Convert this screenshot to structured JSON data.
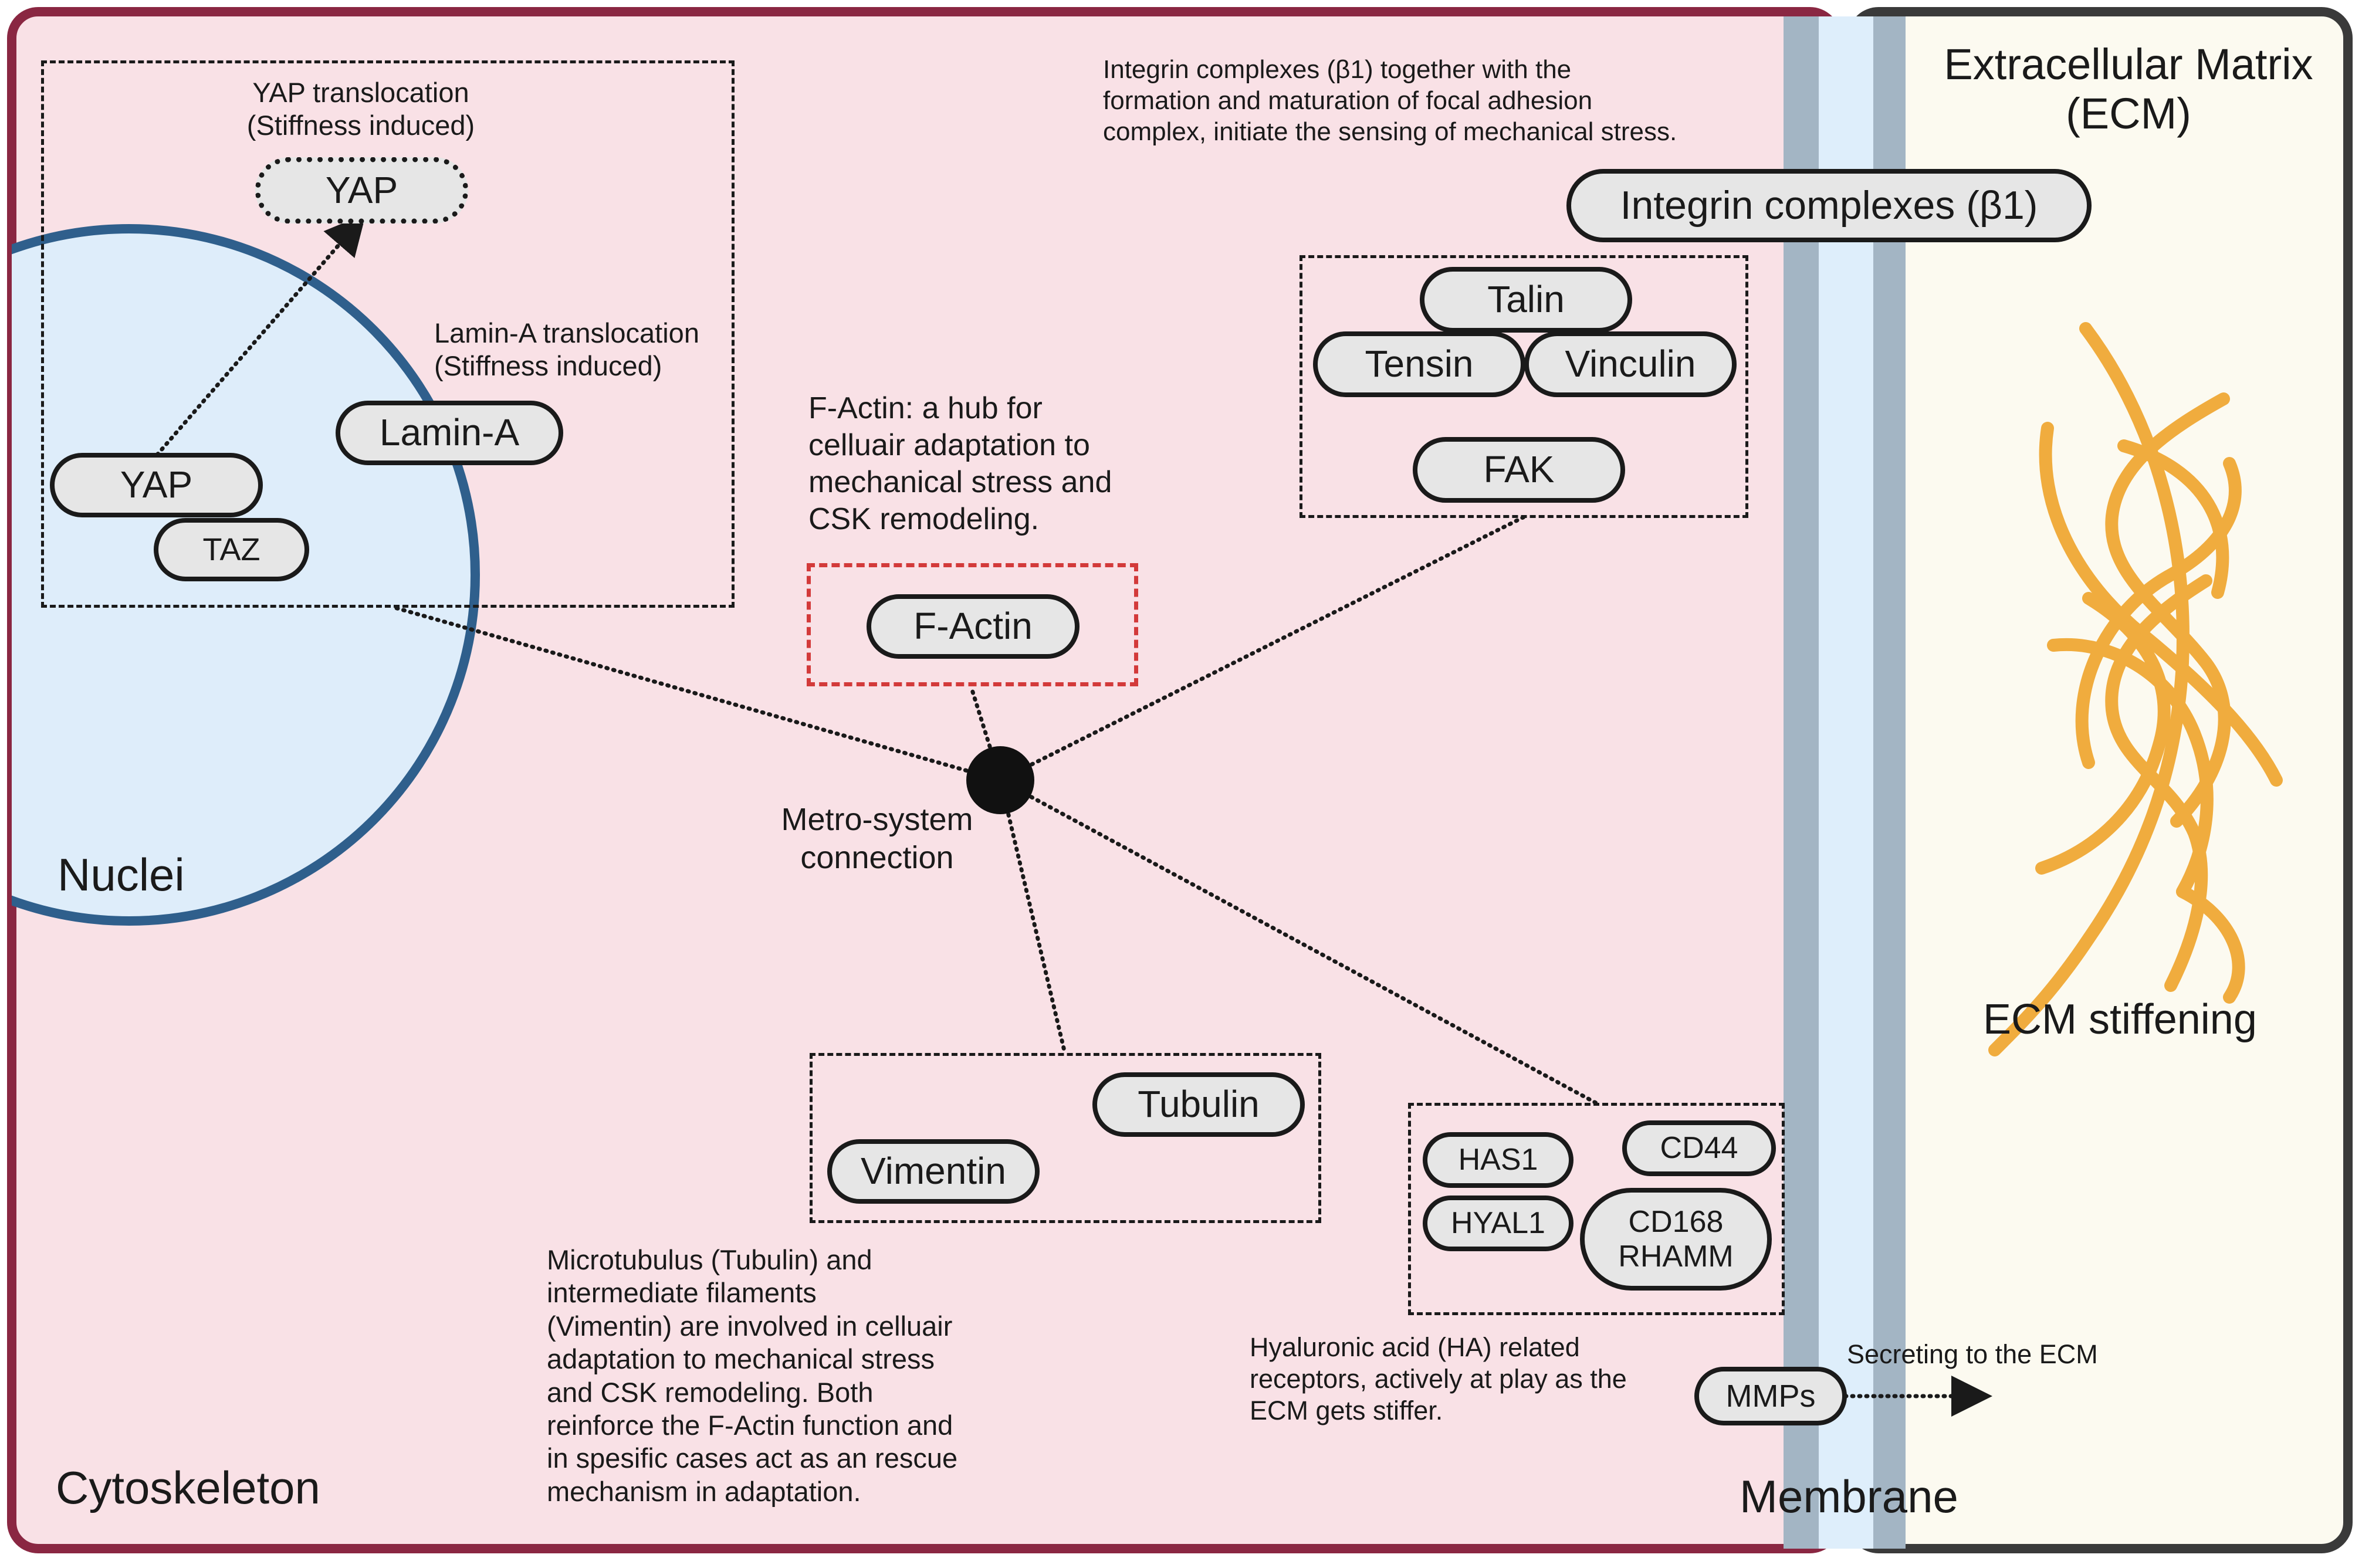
{
  "regions": {
    "cytoskeleton": "Cytoskeleton",
    "nuclei": "Nuclei",
    "membrane": "Membrane",
    "ecm_title": "Extracellular Matrix\n(ECM)",
    "ecm_stiffening": "ECM stiffening"
  },
  "hub": {
    "label": "Metro-system\nconnection"
  },
  "nucleus": {
    "yap_translocation": "YAP translocation\n(Stiffness induced)",
    "lamin_translocation": "Lamin-A translocation\n(Stiffness induced)",
    "yap_out": "YAP",
    "yap_in": "YAP",
    "taz": "TAZ",
    "lamin_a": "Lamin-A"
  },
  "factin": {
    "description": "F-Actin: a hub for\ncelluair adaptation to\nmechanical stress and\nCSK remodeling.",
    "label": "F-Actin"
  },
  "integrin": {
    "description": "Integrin complexes (β1) together with the\nformation and maturation of focal adhesion\ncomplex, initiate the sensing of mechanical stress.",
    "label": "Integrin complexes (β1)",
    "talin": "Talin",
    "tensin": "Tensin",
    "vinculin": "Vinculin",
    "fak": "FAK"
  },
  "filaments": {
    "tubulin": "Tubulin",
    "vimentin": "Vimentin",
    "description": "Microtubulus (Tubulin) and\nintermediate filaments\n(Vimentin) are involved in celluair\nadaptation to mechanical stress\nand CSK remodeling. Both\nreinforce the F-Actin function and\nin spesific cases act as an rescue\nmechanism in adaptation."
  },
  "ha": {
    "has1": "HAS1",
    "cd44": "CD44",
    "hyal1": "HYAL1",
    "cd168": "CD168\nRHAMM",
    "description": "Hyaluronic acid (HA) related\nreceptors, actively at play as the\nECM gets stiffer.",
    "mmps": "MMPs",
    "secreting": "Secreting to the ECM"
  },
  "colors": {
    "cell_fill": "#f9e1e6",
    "cell_border": "#8a2742",
    "nucleus_fill": "#deedfa",
    "nucleus_border": "#2f5f8c",
    "membrane_gray": "#a3b5c4",
    "membrane_light": "#deeefb",
    "ecm_fill": "#fcfaf0",
    "ecm_border": "#3a3a3a",
    "fiber": "#f0ac3e",
    "factin_box": "#d33a3a",
    "pill_fill": "#e6e6e6"
  }
}
